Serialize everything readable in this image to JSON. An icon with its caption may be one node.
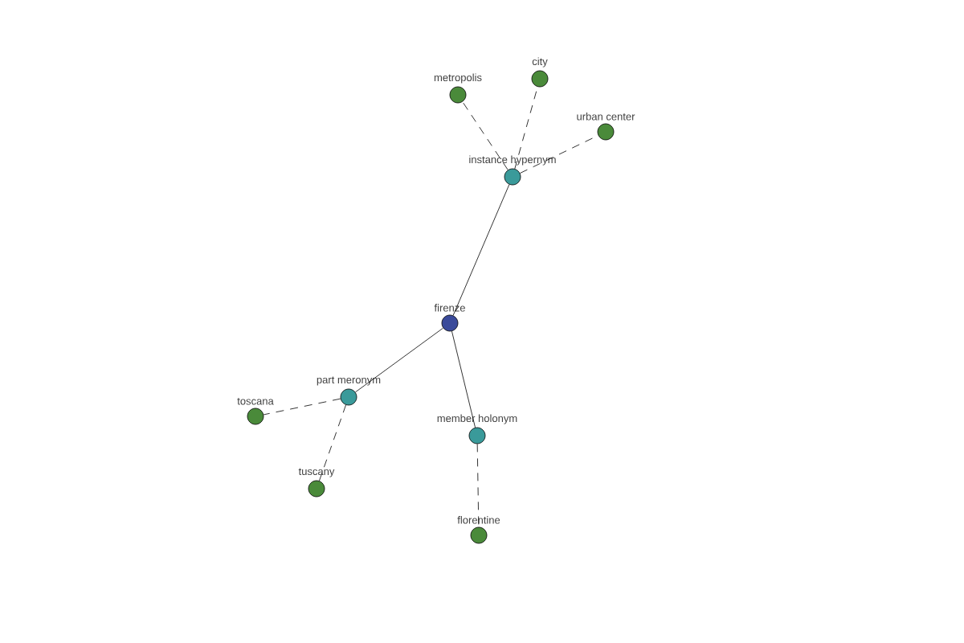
{
  "diagram": {
    "nodes": [
      {
        "text": [
          "firenze"
        ]
      },
      {
        "text": [
          "instance hypernym"
        ]
      },
      {
        "text": [
          "metropolis"
        ]
      },
      {
        "text": [
          "city"
        ]
      },
      {
        "text": [
          "urban center"
        ]
      },
      {
        "text": [
          "part meronym"
        ]
      },
      {
        "text": [
          "toscana"
        ]
      },
      {
        "text": [
          "tuscany"
        ]
      },
      {
        "text": [
          "member holonym"
        ]
      },
      {
        "text": [
          "florentine"
        ]
      }
    ],
    "edges": [
      {
        "from": 0,
        "to": 1,
        "arrow": "none"
      },
      {
        "from": 0,
        "to": 5,
        "arrow": "none"
      },
      {
        "from": 0,
        "to": 8,
        "arrow": "none"
      },
      {
        "from": 1,
        "to": 2,
        "arrow": "none",
        "style": "dashed"
      },
      {
        "from": 1,
        "to": 3,
        "arrow": "none",
        "style": "dashed"
      },
      {
        "from": 1,
        "to": 4,
        "arrow": "none",
        "style": "dashed"
      },
      {
        "from": 5,
        "to": 6,
        "arrow": "none",
        "style": "dashed"
      },
      {
        "from": 5,
        "to": 7,
        "arrow": "none",
        "style": "dashed"
      },
      {
        "from": 8,
        "to": 9,
        "arrow": "none",
        "style": "dashed"
      }
    ]
  }
}
